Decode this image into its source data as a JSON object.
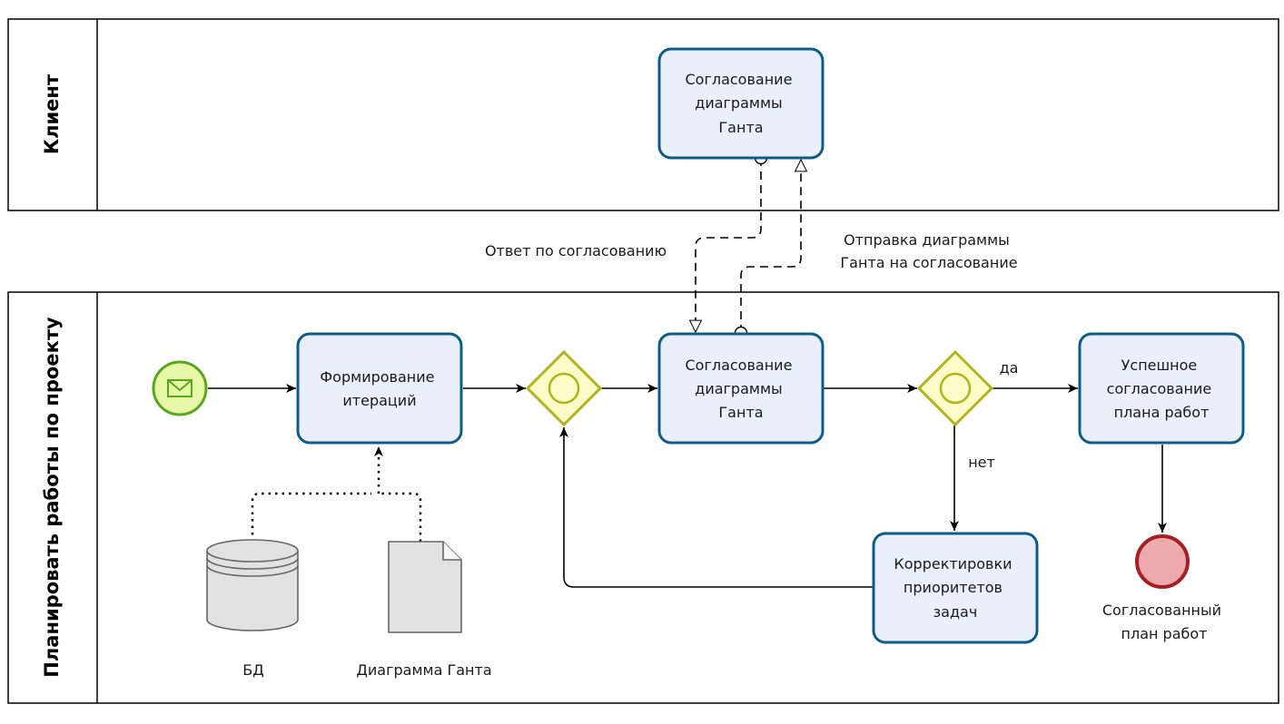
{
  "pools": {
    "client": {
      "label": "Клиент"
    },
    "planning": {
      "label": "Планировать работы по проекту"
    }
  },
  "tasks": {
    "client_approval": [
      "Согласование",
      "диаграммы",
      "Ганта"
    ],
    "form_iterations": [
      "Формирование",
      "итераций"
    ],
    "approval": [
      "Согласование",
      "диаграммы",
      "Ганта"
    ],
    "adjust_priorities": [
      "Корректировки",
      "приоритетов",
      "задач"
    ],
    "success": [
      "Успешное",
      "согласование",
      "плана работ"
    ]
  },
  "messages": {
    "reply": "Ответ по согласованию",
    "send": [
      "Отправка диаграммы",
      "Ганта на согласование"
    ]
  },
  "gateway_labels": {
    "yes": "да",
    "no": "нет"
  },
  "artifacts": {
    "database": "БД",
    "document": "Диаграмма Ганта"
  },
  "end_event": [
    "Согласованный",
    "план работ"
  ],
  "colors": {
    "task_fill": "#e9effb",
    "task_stroke": "#0f5a87",
    "gateway_fill": "#fdfcc9",
    "gateway_stroke": "#b3b21c",
    "start_fill": "#e6f7a8",
    "start_stroke": "#5aa51f",
    "end_fill": "#eea9ac",
    "end_stroke": "#a51f22"
  }
}
